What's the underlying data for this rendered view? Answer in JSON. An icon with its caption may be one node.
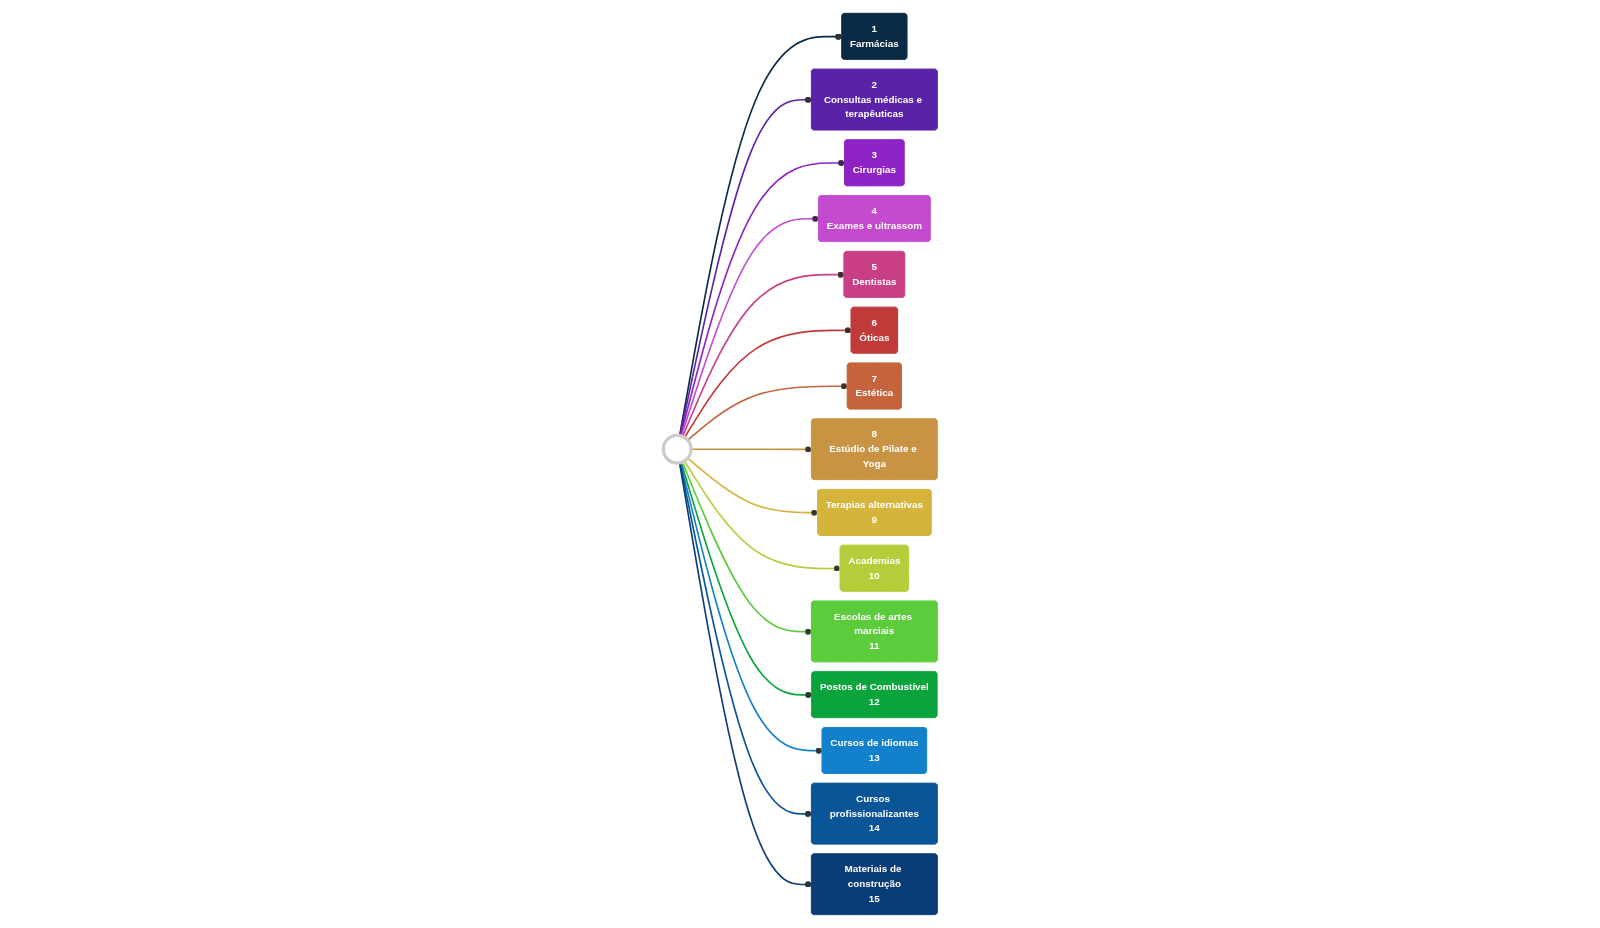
{
  "diagram": {
    "nodes": [
      {
        "text": [],
        "shape": "circle"
      },
      {
        "text": [
          "1",
          "Farmácias"
        ]
      },
      {
        "text": [
          "2",
          "Consultas médicas e terapêuticas"
        ]
      },
      {
        "text": [
          "3",
          "Cirurgias"
        ]
      },
      {
        "text": [
          "4",
          "Exames e ultrassom"
        ]
      },
      {
        "text": [
          "5",
          "Dentistas"
        ]
      },
      {
        "text": [
          "6",
          "Óticas"
        ]
      },
      {
        "text": [
          "7",
          "Estética"
        ]
      },
      {
        "text": [
          "8",
          "Estúdio de Pilate e Yoga"
        ]
      },
      {
        "text": [
          "Terapias alternativas",
          "9"
        ]
      },
      {
        "text": [
          "Academias",
          "10"
        ]
      },
      {
        "text": [
          "Escolas de artes marciais",
          "11"
        ]
      },
      {
        "text": [
          "Postos de Combustível",
          "12"
        ]
      },
      {
        "text": [
          "Cursos de idiomas",
          "13"
        ]
      },
      {
        "text": [
          "Cursos profissionalizantes",
          "14"
        ]
      },
      {
        "text": [
          "Materiais de construção",
          "15"
        ]
      }
    ],
    "edges": [
      {
        "from": 0,
        "to": 1,
        "arrow": "other",
        "color": "#0b2a45"
      },
      {
        "from": 0,
        "to": 2,
        "arrow": "other",
        "color": "#5a22a8"
      },
      {
        "from": 0,
        "to": 3,
        "arrow": "other",
        "color": "#8e22c4"
      },
      {
        "from": 0,
        "to": 4,
        "arrow": "other",
        "color": "#c44bd0"
      },
      {
        "from": 0,
        "to": 5,
        "arrow": "other",
        "color": "#c83f86"
      },
      {
        "from": 0,
        "to": 6,
        "arrow": "other",
        "color": "#c03a3a"
      },
      {
        "from": 0,
        "to": 7,
        "arrow": "other",
        "color": "#c5643c"
      },
      {
        "from": 0,
        "to": 8,
        "arrow": "other",
        "color": "#c89444"
      },
      {
        "from": 0,
        "to": 9,
        "arrow": "other",
        "color": "#d4b43a"
      },
      {
        "from": 0,
        "to": 10,
        "arrow": "other",
        "color": "#b7cc3a"
      },
      {
        "from": 0,
        "to": 11,
        "arrow": "other",
        "color": "#5ccc3c"
      },
      {
        "from": 0,
        "to": 12,
        "arrow": "other",
        "color": "#0ba43c"
      },
      {
        "from": 0,
        "to": 13,
        "arrow": "other",
        "color": "#1380cc"
      },
      {
        "from": 0,
        "to": 14,
        "arrow": "other",
        "color": "#0a5498"
      },
      {
        "from": 0,
        "to": 15,
        "arrow": "other",
        "color": "#0a3c78"
      }
    ]
  }
}
